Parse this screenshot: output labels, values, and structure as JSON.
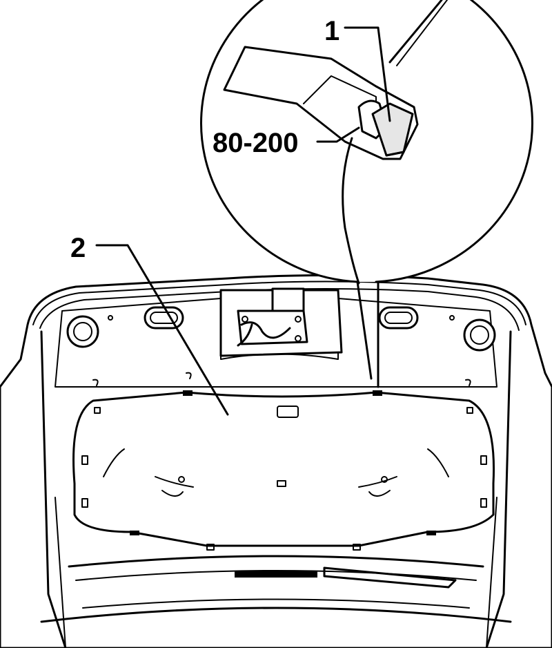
{
  "callouts": {
    "part_1": "1",
    "part_2": "2",
    "tool": "80-200"
  }
}
